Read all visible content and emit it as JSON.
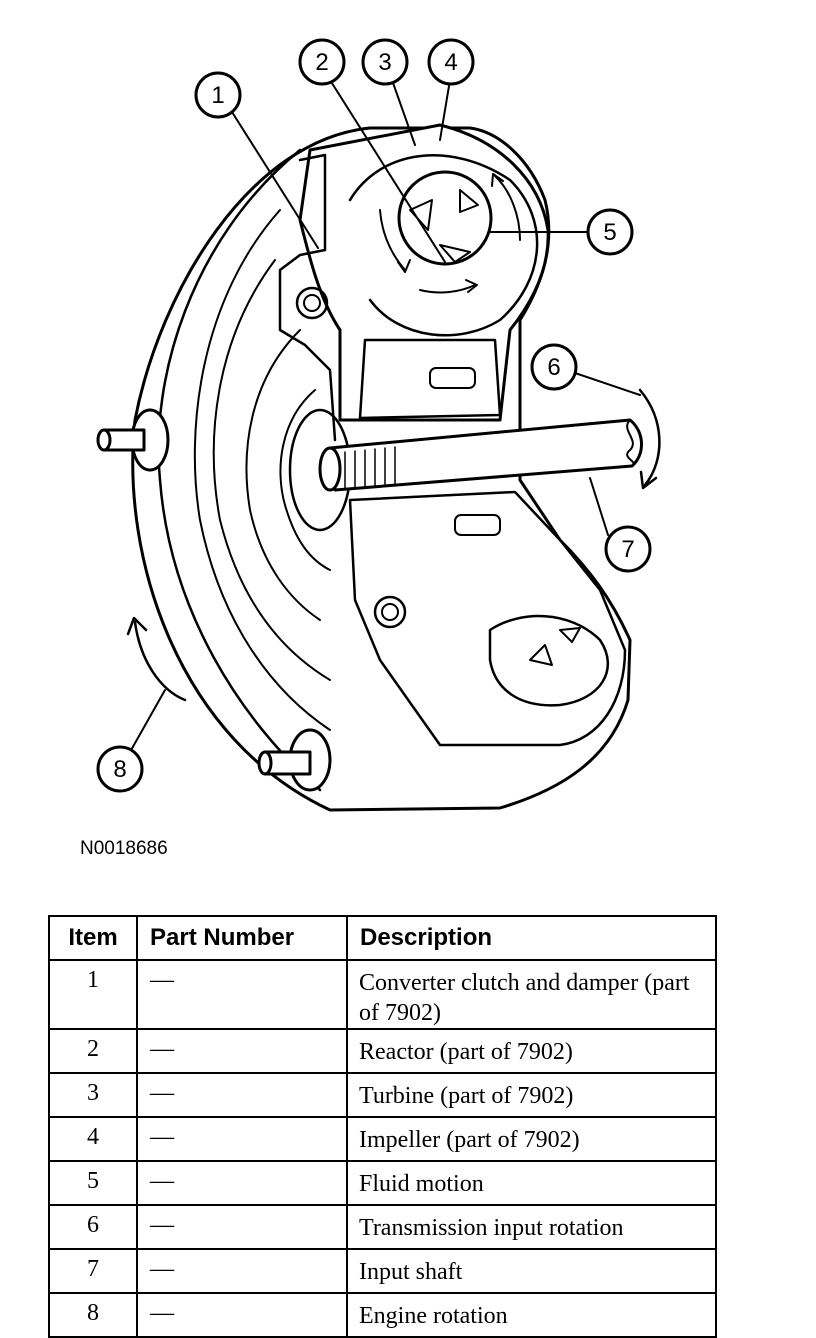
{
  "figure_code": "N0018686",
  "callouts": [
    "1",
    "2",
    "3",
    "4",
    "5",
    "6",
    "7",
    "8"
  ],
  "table": {
    "headers": [
      "Item",
      "Part Number",
      "Description"
    ],
    "rows": [
      {
        "item": "1",
        "part": "—",
        "desc": "Converter clutch and damper (part of 7902)"
      },
      {
        "item": "2",
        "part": "—",
        "desc": "Reactor (part of 7902)"
      },
      {
        "item": "3",
        "part": "—",
        "desc": "Turbine (part of 7902)"
      },
      {
        "item": "4",
        "part": "—",
        "desc": "Impeller (part of 7902)"
      },
      {
        "item": "5",
        "part": "—",
        "desc": "Fluid motion"
      },
      {
        "item": "6",
        "part": "—",
        "desc": "Transmission input rotation"
      },
      {
        "item": "7",
        "part": "—",
        "desc": "Input shaft"
      },
      {
        "item": "8",
        "part": "—",
        "desc": "Engine rotation"
      }
    ]
  }
}
